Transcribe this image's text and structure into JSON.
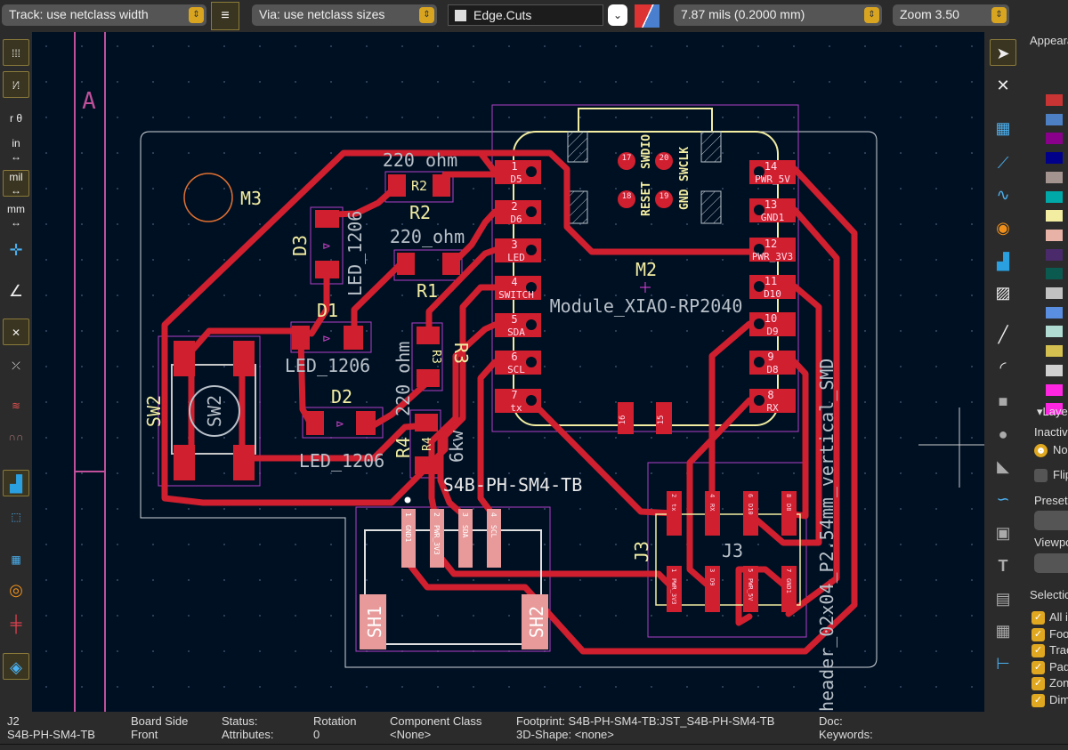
{
  "toolbar": {
    "track": "Track: use netclass width",
    "via": "Via: use netclass sizes",
    "layer": "Edge.Cuts",
    "grid": "7.87 mils (0.2000 mm)",
    "zoom": "Zoom 3.50"
  },
  "left_toolbar": {
    "in": "in",
    "mil": "mil",
    "mm": "mm"
  },
  "panel": {
    "appearance_tab": "Appearance",
    "layers_section": "Layers",
    "inactive_label": "Inactive layers:",
    "normal_option": "Normal",
    "flip_label": "Flip board view",
    "presets_label": "Presets",
    "viewports_label": "Viewports",
    "selection_filter": "Selection Filter",
    "filters": [
      "All items",
      "Footprints",
      "Tracks",
      "Pads",
      "Zones",
      "Dimensions"
    ],
    "layer_colors": [
      "#c83434",
      "#4d7fc4",
      "#8b008b",
      "#00008b",
      "#a39490",
      "#00a8a8",
      "#f2eda1",
      "#e8b2a7",
      "#4a2a6a",
      "#0a5a50",
      "#c2c2c2",
      "#5a8ee0",
      "#b0dcd2",
      "#d4c050",
      "#d0d0d0",
      "#ff26e2",
      "#ff26e2"
    ]
  },
  "pcb": {
    "sheet_letter": "A",
    "m3": "M3",
    "m2": "M2",
    "m2_value": "Module_XIAO-RP2040",
    "left_pins": [
      {
        "n": "1",
        "net": "D5"
      },
      {
        "n": "2",
        "net": "D6"
      },
      {
        "n": "3",
        "net": "LED"
      },
      {
        "n": "4",
        "net": "SWITCH"
      },
      {
        "n": "5",
        "net": "SDA"
      },
      {
        "n": "6",
        "net": "SCL"
      },
      {
        "n": "7",
        "net": "tx"
      }
    ],
    "right_pins": [
      {
        "n": "14",
        "net": "PWR_5V"
      },
      {
        "n": "13",
        "net": "GND1"
      },
      {
        "n": "12",
        "net": "PWR_3V3"
      },
      {
        "n": "11",
        "net": "D10"
      },
      {
        "n": "10",
        "net": "D9"
      },
      {
        "n": "9",
        "net": "D8"
      },
      {
        "n": "8",
        "net": "RX"
      }
    ],
    "swd": {
      "p17": "17",
      "p20": "20",
      "p18": "18",
      "p19": "19",
      "reset": "RESET",
      "swdio": "SWDIO",
      "gnd": "GND",
      "swclk": "SWCLK",
      "p16": "16",
      "p15": "15"
    },
    "r2": "R2",
    "r2_value": "220 ohm",
    "r1": "R1",
    "r1_value": "220_ohm",
    "r3": "R3",
    "r3_value": "220 ohm",
    "r4": "R4",
    "r4_value": "6kw",
    "d1": "D1",
    "d2": "D2",
    "d3": "D3",
    "led_fp": "LED_1206",
    "sw2": "SW2",
    "j2_value": "S4B-PH-SM4-TB",
    "j2_pins": [
      {
        "n": "1",
        "net": "GND1"
      },
      {
        "n": "2",
        "net": "PWR_3V3"
      },
      {
        "n": "3",
        "net": "SDA"
      },
      {
        "n": "4",
        "net": "SCL"
      }
    ],
    "sh1": "SH1",
    "sh2": "SH2",
    "j3": "J3",
    "j3_value": "header_02x04_P2.54mm_vertical_SMD",
    "j3_top": [
      {
        "n": "2",
        "net": "tx"
      },
      {
        "n": "4",
        "net": "RX"
      },
      {
        "n": "6",
        "net": "D10"
      },
      {
        "n": "8",
        "net": "D8"
      }
    ],
    "j3_bot": [
      {
        "n": "1",
        "net": "PWR_3V3"
      },
      {
        "n": "3",
        "net": "D9"
      },
      {
        "n": "5",
        "net": "PWR_5V"
      },
      {
        "n": "7",
        "net": "GND1"
      }
    ]
  },
  "status": {
    "ref": "J2",
    "value": "S4B-PH-SM4-TB",
    "board_side_label": "Board Side",
    "board_side": "Front",
    "status_label": "Status:",
    "attributes_label": "Attributes:",
    "rotation_label": "Rotation",
    "rotation": "0",
    "class_label": "Component Class",
    "class_value": "<None>",
    "footprint": "Footprint: S4B-PH-SM4-TB:JST_S4B-PH-SM4-TB",
    "shape": "3D-Shape: <none>",
    "doc": "Doc:",
    "keywords": "Keywords:"
  }
}
